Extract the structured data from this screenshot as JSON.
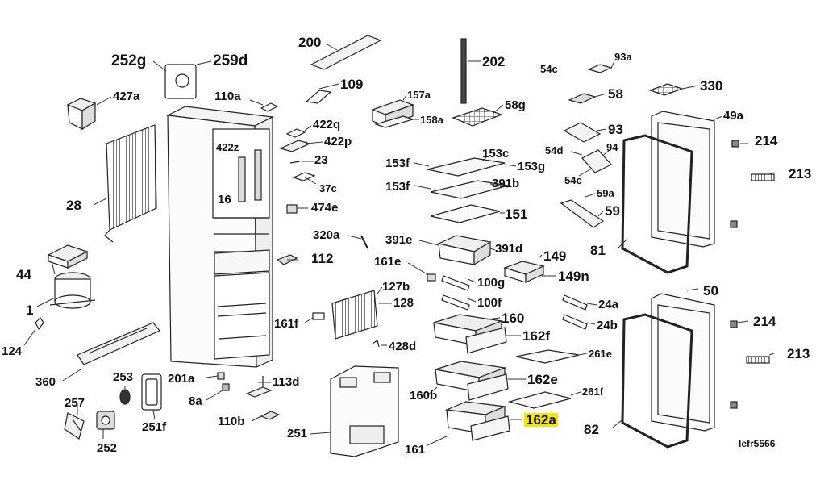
{
  "diagram": {
    "code": "Iefr5566",
    "highlight_color": "#f7e600",
    "labels": {
      "l200": "200",
      "l252g": "252g",
      "l259d": "259d",
      "l427a": "427a",
      "l110a": "110a",
      "l109": "109",
      "l157a": "157a",
      "l158a": "158a",
      "l202": "202",
      "l54c_top": "54c",
      "l93a": "93a",
      "l58": "58",
      "l58g": "58g",
      "l330": "330",
      "l49a": "49a",
      "l422q": "422q",
      "l422p": "422p",
      "l422z": "422z",
      "l23": "23",
      "l37c": "37c",
      "l16": "16",
      "l28": "28",
      "l474e": "474e",
      "l153f_a": "153f",
      "l153c": "153c",
      "l153g": "153g",
      "l153f_b": "153f",
      "l391b": "391b",
      "l93": "93",
      "l54d": "54d",
      "l94": "94",
      "l54c_mid": "54c",
      "l214_top": "214",
      "l213_top": "213",
      "l59a": "59a",
      "l59": "59",
      "l151": "151",
      "l320a": "320a",
      "l391e": "391e",
      "l391d": "391d",
      "l112": "112",
      "l44": "44",
      "l161e": "161e",
      "l149": "149",
      "l100g": "100g",
      "l149n": "149n",
      "l81": "81",
      "l127b": "127b",
      "l128": "128",
      "l100f": "100f",
      "l1": "1",
      "l50": "50",
      "l24a": "24a",
      "l214_bot": "214",
      "l161f": "161f",
      "l160": "160",
      "l24b": "24b",
      "l124": "124",
      "l162f": "162f",
      "l428d": "428d",
      "l261e": "261e",
      "l213_bot": "213",
      "l360": "360",
      "l253": "253",
      "l201a": "201a",
      "l113d": "113d",
      "l162e": "162e",
      "l8a": "8a",
      "l160b": "160b",
      "l261f": "261f",
      "l257": "257",
      "l251f": "251f",
      "l110b": "110b",
      "l162a": "162a",
      "l251": "251",
      "l82": "82",
      "l252": "252",
      "l161": "161"
    }
  }
}
